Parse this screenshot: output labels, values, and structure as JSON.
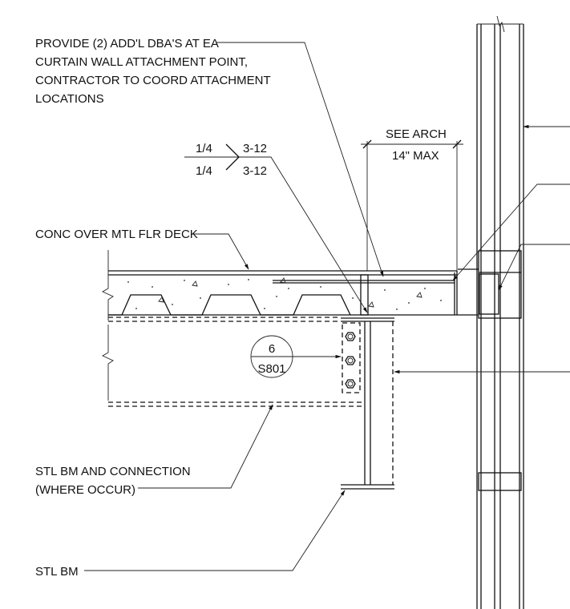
{
  "notes": {
    "dba": [
      "PROVIDE (2) ADD'L DBA'S AT EA",
      "CURTAIN WALL ATTACHMENT POINT,",
      "CONTRACTOR TO COORD ATTACHMENT",
      "LOCATIONS"
    ],
    "conc": "CONC OVER MTL FLR DECK",
    "stl_bm_conn": [
      "STL BM AND CONNECTION",
      "(WHERE OCCUR)"
    ],
    "stl_bm": "STL BM"
  },
  "weld": {
    "top_size": "1/4",
    "bottom_size": "1/4",
    "top_len": "3-12",
    "bottom_len": "3-12"
  },
  "dimension": {
    "top": "SEE ARCH",
    "bottom": "14\" MAX"
  },
  "detail_tag": {
    "number": "6",
    "sheet": "S801"
  }
}
